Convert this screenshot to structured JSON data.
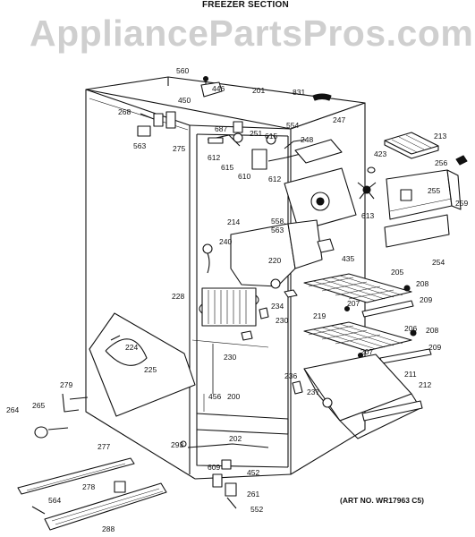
{
  "header": {
    "section_title": "FREEZER SECTION",
    "watermark": "AppliancePartsPros.com"
  },
  "diagram": {
    "art_number": "(ART NO. WR17963 C5)",
    "part_labels": [
      {
        "id": "560",
        "text": "560"
      },
      {
        "id": "446",
        "text": "446"
      },
      {
        "id": "450",
        "text": "450"
      },
      {
        "id": "201",
        "text": "201"
      },
      {
        "id": "831",
        "text": "831"
      },
      {
        "id": "268",
        "text": "268"
      },
      {
        "id": "687",
        "text": "687"
      },
      {
        "id": "251",
        "text": "251"
      },
      {
        "id": "615a",
        "text": "615"
      },
      {
        "id": "554",
        "text": "554"
      },
      {
        "id": "247",
        "text": "247"
      },
      {
        "id": "213",
        "text": "213"
      },
      {
        "id": "563a",
        "text": "563"
      },
      {
        "id": "275",
        "text": "275"
      },
      {
        "id": "612a",
        "text": "612"
      },
      {
        "id": "615b",
        "text": "615"
      },
      {
        "id": "610",
        "text": "610"
      },
      {
        "id": "248",
        "text": "248"
      },
      {
        "id": "612b",
        "text": "612"
      },
      {
        "id": "423",
        "text": "423"
      },
      {
        "id": "256",
        "text": "256"
      },
      {
        "id": "255",
        "text": "255"
      },
      {
        "id": "259",
        "text": "259"
      },
      {
        "id": "613",
        "text": "613"
      },
      {
        "id": "214",
        "text": "214"
      },
      {
        "id": "558",
        "text": "558,"
      },
      {
        "id": "563b",
        "text": "563"
      },
      {
        "id": "240",
        "text": "240"
      },
      {
        "id": "435",
        "text": "435"
      },
      {
        "id": "254",
        "text": "254"
      },
      {
        "id": "220",
        "text": "220"
      },
      {
        "id": "205",
        "text": "205"
      },
      {
        "id": "208a",
        "text": "208"
      },
      {
        "id": "228",
        "text": "228"
      },
      {
        "id": "234",
        "text": "234"
      },
      {
        "id": "209a",
        "text": "209"
      },
      {
        "id": "207a",
        "text": "207"
      },
      {
        "id": "219",
        "text": "219"
      },
      {
        "id": "230a",
        "text": "230"
      },
      {
        "id": "206",
        "text": "206"
      },
      {
        "id": "208b",
        "text": "208"
      },
      {
        "id": "224",
        "text": "224"
      },
      {
        "id": "230b",
        "text": "230"
      },
      {
        "id": "207b",
        "text": "207"
      },
      {
        "id": "209b",
        "text": "209"
      },
      {
        "id": "225",
        "text": "225"
      },
      {
        "id": "236",
        "text": "236"
      },
      {
        "id": "211",
        "text": "211"
      },
      {
        "id": "279",
        "text": "279"
      },
      {
        "id": "456",
        "text": "456"
      },
      {
        "id": "200",
        "text": "200"
      },
      {
        "id": "212",
        "text": "212"
      },
      {
        "id": "237",
        "text": "237"
      },
      {
        "id": "264",
        "text": "264"
      },
      {
        "id": "265",
        "text": "265"
      },
      {
        "id": "202",
        "text": "202"
      },
      {
        "id": "293",
        "text": "293"
      },
      {
        "id": "277",
        "text": "277"
      },
      {
        "id": "609",
        "text": "609"
      },
      {
        "id": "452",
        "text": "452"
      },
      {
        "id": "278",
        "text": "278"
      },
      {
        "id": "261",
        "text": "261"
      },
      {
        "id": "564",
        "text": "564"
      },
      {
        "id": "552",
        "text": "552"
      },
      {
        "id": "288",
        "text": "288"
      }
    ]
  }
}
